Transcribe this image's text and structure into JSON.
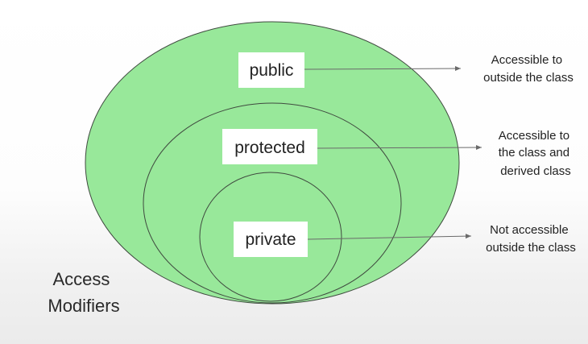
{
  "colors": {
    "ellipse_fill": "#98e89a",
    "ellipse_stroke": "#3f4a3f",
    "arrow": "#6a6a6a",
    "text": "#222222"
  },
  "diagram_title": [
    "Access",
    "Modifiers"
  ],
  "modifiers": [
    {
      "name": "public",
      "description": [
        "Accessible to",
        "outside the class"
      ]
    },
    {
      "name": "protected",
      "description": [
        "Accessible to",
        "the class and",
        "derived class"
      ]
    },
    {
      "name": "private",
      "description": [
        "Not accessible",
        "outside the class"
      ]
    }
  ]
}
